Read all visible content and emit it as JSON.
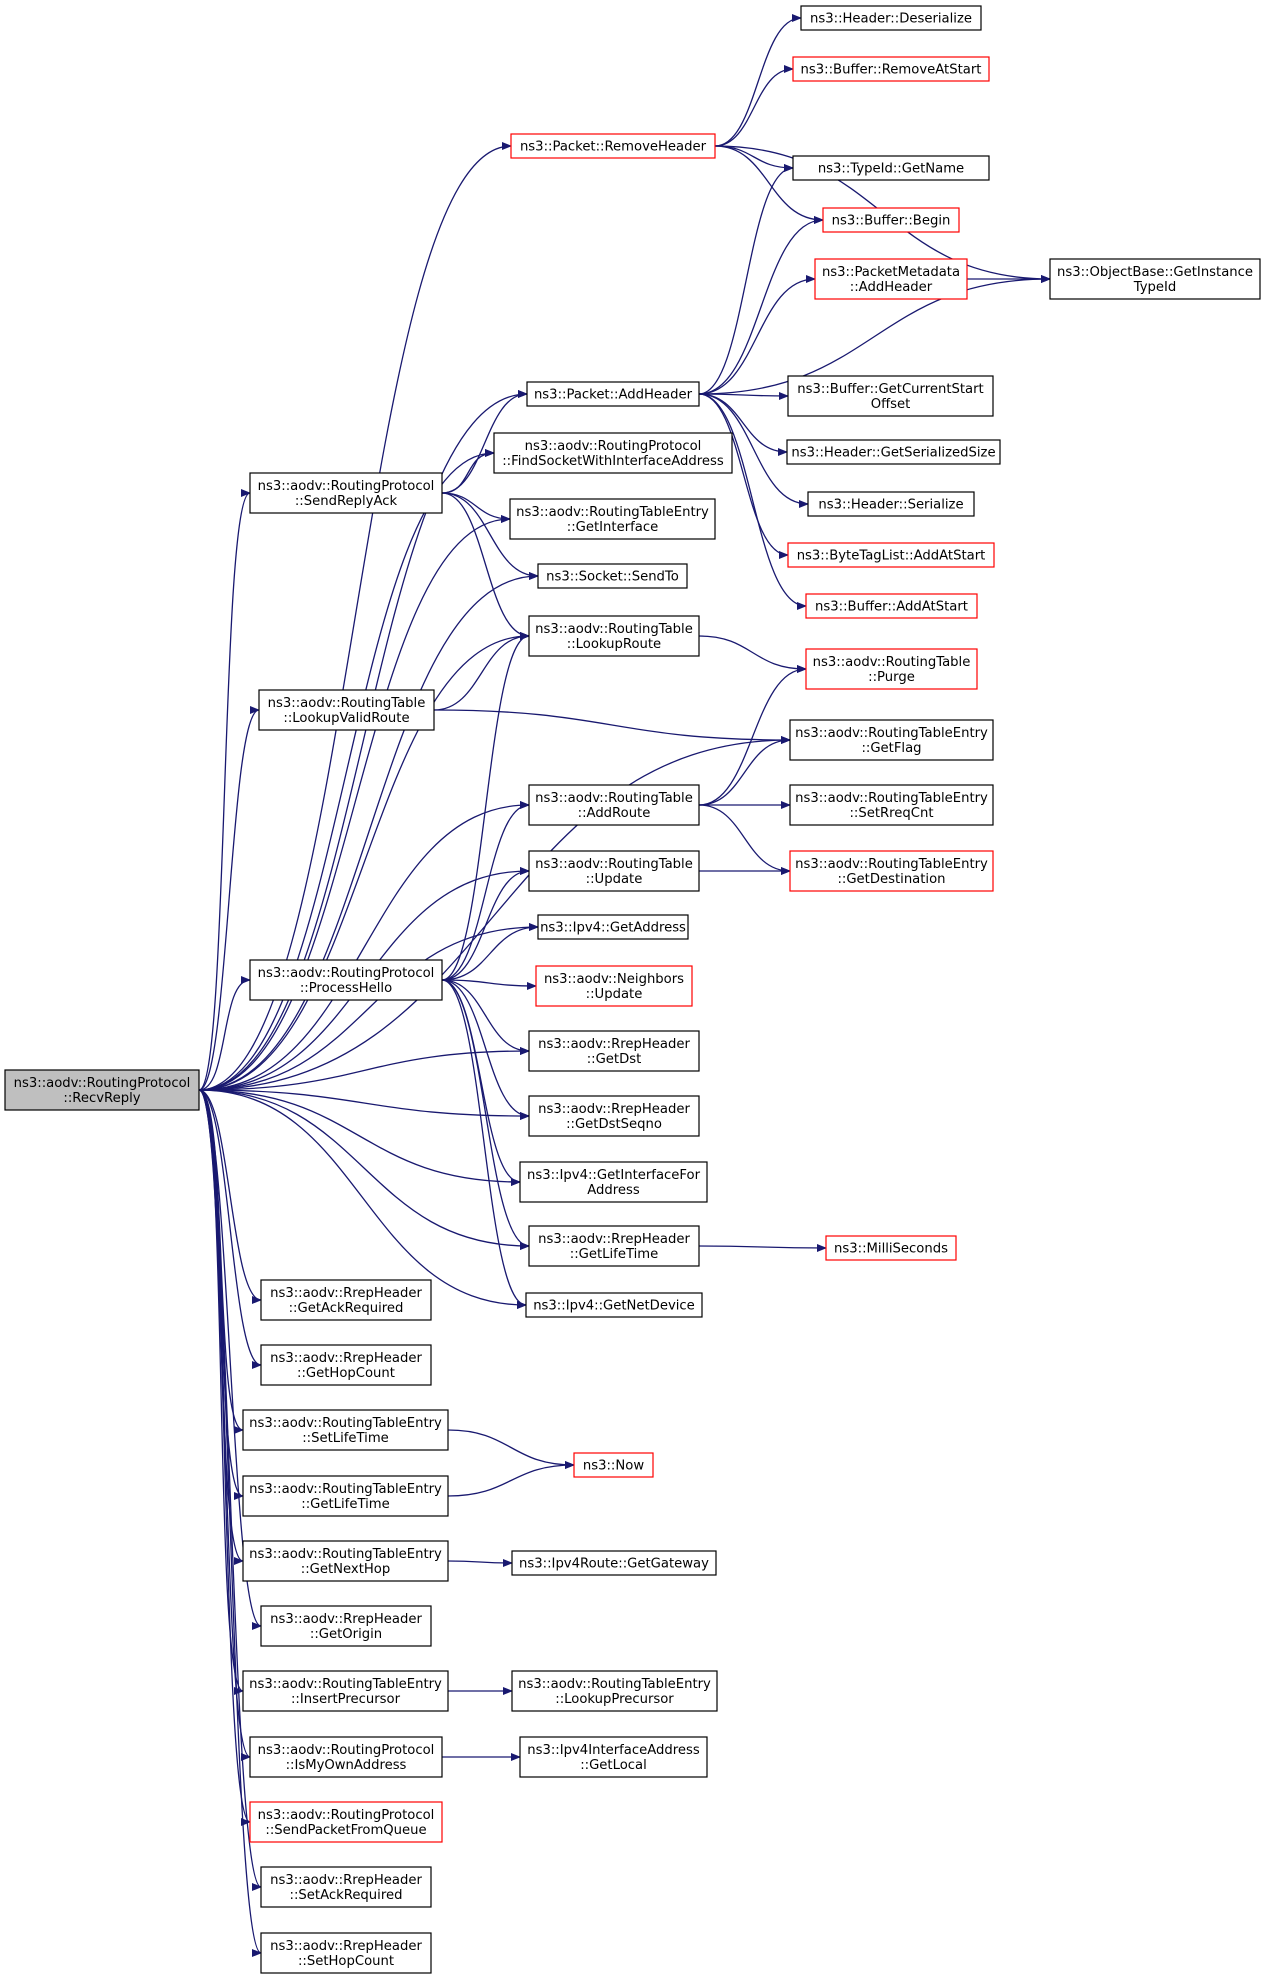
{
  "colors": {
    "edge": "#191970",
    "node_border": "#000000",
    "node_incomplete_border": "#ff0000",
    "root_fill": "#bfbfbf",
    "node_fill": "#ffffff"
  },
  "root": "RecvReply",
  "nodes": {
    "RecvReply": {
      "lines": [
        "ns3::aodv::RoutingProtocol",
        "::RecvReply"
      ],
      "kind": "root"
    },
    "SendReplyAck": {
      "lines": [
        "ns3::aodv::RoutingProtocol",
        "::SendReplyAck"
      ],
      "kind": "normal"
    },
    "LookupValidRoute": {
      "lines": [
        "ns3::aodv::RoutingTable",
        "::LookupValidRoute"
      ],
      "kind": "normal"
    },
    "ProcessHello": {
      "lines": [
        "ns3::aodv::RoutingProtocol",
        "::ProcessHello"
      ],
      "kind": "normal"
    },
    "GetAckRequired": {
      "lines": [
        "ns3::aodv::RrepHeader",
        "::GetAckRequired"
      ],
      "kind": "normal"
    },
    "GetHopCount": {
      "lines": [
        "ns3::aodv::RrepHeader",
        "::GetHopCount"
      ],
      "kind": "normal"
    },
    "SetLifeTimeRTE": {
      "lines": [
        "ns3::aodv::RoutingTableEntry",
        "::SetLifeTime"
      ],
      "kind": "normal"
    },
    "GetLifeTimeRTE": {
      "lines": [
        "ns3::aodv::RoutingTableEntry",
        "::GetLifeTime"
      ],
      "kind": "normal"
    },
    "GetNextHop": {
      "lines": [
        "ns3::aodv::RoutingTableEntry",
        "::GetNextHop"
      ],
      "kind": "normal"
    },
    "GetOrigin": {
      "lines": [
        "ns3::aodv::RrepHeader",
        "::GetOrigin"
      ],
      "kind": "normal"
    },
    "InsertPrecursor": {
      "lines": [
        "ns3::aodv::RoutingTableEntry",
        "::InsertPrecursor"
      ],
      "kind": "normal"
    },
    "IsMyOwnAddress": {
      "lines": [
        "ns3::aodv::RoutingProtocol",
        "::IsMyOwnAddress"
      ],
      "kind": "normal"
    },
    "SendPacketFromQueue": {
      "lines": [
        "ns3::aodv::RoutingProtocol",
        "::SendPacketFromQueue"
      ],
      "kind": "incomplete"
    },
    "SetAckRequired": {
      "lines": [
        "ns3::aodv::RrepHeader",
        "::SetAckRequired"
      ],
      "kind": "normal"
    },
    "SetHopCount": {
      "lines": [
        "ns3::aodv::RrepHeader",
        "::SetHopCount"
      ],
      "kind": "normal"
    },
    "RemoveHeader": {
      "lines": [
        "ns3::Packet::RemoveHeader"
      ],
      "kind": "incomplete"
    },
    "AddHeader": {
      "lines": [
        "ns3::Packet::AddHeader"
      ],
      "kind": "normal"
    },
    "FindSocket": {
      "lines": [
        "ns3::aodv::RoutingProtocol",
        "::FindSocketWithInterfaceAddress"
      ],
      "kind": "normal"
    },
    "GetInterfaceRTE": {
      "lines": [
        "ns3::aodv::RoutingTableEntry",
        "::GetInterface"
      ],
      "kind": "normal"
    },
    "SendTo": {
      "lines": [
        "ns3::Socket::SendTo"
      ],
      "kind": "normal"
    },
    "LookupRoute": {
      "lines": [
        "ns3::aodv::RoutingTable",
        "::LookupRoute"
      ],
      "kind": "normal"
    },
    "AddRoute": {
      "lines": [
        "ns3::aodv::RoutingTable",
        "::AddRoute"
      ],
      "kind": "normal"
    },
    "RTUpdate": {
      "lines": [
        "ns3::aodv::RoutingTable",
        "::Update"
      ],
      "kind": "normal"
    },
    "GetAddress": {
      "lines": [
        "ns3::Ipv4::GetAddress"
      ],
      "kind": "normal"
    },
    "NeighborsUpdate": {
      "lines": [
        "ns3::aodv::Neighbors",
        "::Update"
      ],
      "kind": "incomplete"
    },
    "GetDst": {
      "lines": [
        "ns3::aodv::RrepHeader",
        "::GetDst"
      ],
      "kind": "normal"
    },
    "GetDstSeqno": {
      "lines": [
        "ns3::aodv::RrepHeader",
        "::GetDstSeqno"
      ],
      "kind": "normal"
    },
    "GetInterfaceForAddress": {
      "lines": [
        "ns3::Ipv4::GetInterfaceFor",
        "Address"
      ],
      "kind": "normal"
    },
    "GetLifeTimeRrep": {
      "lines": [
        "ns3::aodv::RrepHeader",
        "::GetLifeTime"
      ],
      "kind": "normal"
    },
    "GetNetDevice": {
      "lines": [
        "ns3::Ipv4::GetNetDevice"
      ],
      "kind": "normal"
    },
    "Now": {
      "lines": [
        "ns3::Now"
      ],
      "kind": "incomplete"
    },
    "GetGateway": {
      "lines": [
        "ns3::Ipv4Route::GetGateway"
      ],
      "kind": "normal"
    },
    "LookupPrecursor": {
      "lines": [
        "ns3::aodv::RoutingTableEntry",
        "::LookupPrecursor"
      ],
      "kind": "normal"
    },
    "GetLocal": {
      "lines": [
        "ns3::Ipv4InterfaceAddress",
        "::GetLocal"
      ],
      "kind": "normal"
    },
    "Deserialize": {
      "lines": [
        "ns3::Header::Deserialize"
      ],
      "kind": "normal"
    },
    "RemoveAtStart": {
      "lines": [
        "ns3::Buffer::RemoveAtStart"
      ],
      "kind": "incomplete"
    },
    "GetName": {
      "lines": [
        "ns3::TypeId::GetName"
      ],
      "kind": "normal"
    },
    "Begin": {
      "lines": [
        "ns3::Buffer::Begin"
      ],
      "kind": "incomplete"
    },
    "PMAddHeader": {
      "lines": [
        "ns3::PacketMetadata",
        "::AddHeader"
      ],
      "kind": "incomplete"
    },
    "GetInstanceTypeId": {
      "lines": [
        "ns3::ObjectBase::GetInstance",
        "TypeId"
      ],
      "kind": "normal"
    },
    "GetCurrentStartOffset": {
      "lines": [
        "ns3::Buffer::GetCurrentStart",
        "Offset"
      ],
      "kind": "normal"
    },
    "GetSerializedSize": {
      "lines": [
        "ns3::Header::GetSerializedSize"
      ],
      "kind": "normal"
    },
    "Serialize": {
      "lines": [
        "ns3::Header::Serialize"
      ],
      "kind": "normal"
    },
    "ByteTagAddAtStart": {
      "lines": [
        "ns3::ByteTagList::AddAtStart"
      ],
      "kind": "incomplete"
    },
    "BufferAddAtStart": {
      "lines": [
        "ns3::Buffer::AddAtStart"
      ],
      "kind": "incomplete"
    },
    "Purge": {
      "lines": [
        "ns3::aodv::RoutingTable",
        "::Purge"
      ],
      "kind": "incomplete"
    },
    "GetFlag": {
      "lines": [
        "ns3::aodv::RoutingTableEntry",
        "::GetFlag"
      ],
      "kind": "normal"
    },
    "SetRreqCnt": {
      "lines": [
        "ns3::aodv::RoutingTableEntry",
        "::SetRreqCnt"
      ],
      "kind": "normal"
    },
    "GetDestination": {
      "lines": [
        "ns3::aodv::RoutingTableEntry",
        "::GetDestination"
      ],
      "kind": "incomplete"
    },
    "MilliSeconds": {
      "lines": [
        "ns3::MilliSeconds"
      ],
      "kind": "incomplete"
    }
  },
  "edges": [
    [
      "RecvReply",
      "RemoveHeader"
    ],
    [
      "RecvReply",
      "AddHeader"
    ],
    [
      "RecvReply",
      "FindSocket"
    ],
    [
      "RecvReply",
      "SendReplyAck"
    ],
    [
      "RecvReply",
      "GetInterfaceRTE"
    ],
    [
      "RecvReply",
      "SendTo"
    ],
    [
      "RecvReply",
      "LookupRoute"
    ],
    [
      "RecvReply",
      "LookupValidRoute"
    ],
    [
      "RecvReply",
      "GetFlag"
    ],
    [
      "RecvReply",
      "AddRoute"
    ],
    [
      "RecvReply",
      "RTUpdate"
    ],
    [
      "RecvReply",
      "GetAddress"
    ],
    [
      "RecvReply",
      "ProcessHello"
    ],
    [
      "RecvReply",
      "GetDst"
    ],
    [
      "RecvReply",
      "GetDstSeqno"
    ],
    [
      "RecvReply",
      "GetInterfaceForAddress"
    ],
    [
      "RecvReply",
      "GetLifeTimeRrep"
    ],
    [
      "RecvReply",
      "GetNetDevice"
    ],
    [
      "RecvReply",
      "GetAckRequired"
    ],
    [
      "RecvReply",
      "GetHopCount"
    ],
    [
      "RecvReply",
      "SetLifeTimeRTE"
    ],
    [
      "RecvReply",
      "GetLifeTimeRTE"
    ],
    [
      "RecvReply",
      "GetNextHop"
    ],
    [
      "RecvReply",
      "GetOrigin"
    ],
    [
      "RecvReply",
      "InsertPrecursor"
    ],
    [
      "RecvReply",
      "IsMyOwnAddress"
    ],
    [
      "RecvReply",
      "SendPacketFromQueue"
    ],
    [
      "RecvReply",
      "SetAckRequired"
    ],
    [
      "RecvReply",
      "SetHopCount"
    ],
    [
      "SendReplyAck",
      "AddHeader"
    ],
    [
      "SendReplyAck",
      "FindSocket"
    ],
    [
      "SendReplyAck",
      "GetInterfaceRTE"
    ],
    [
      "SendReplyAck",
      "SendTo"
    ],
    [
      "SendReplyAck",
      "LookupRoute"
    ],
    [
      "LookupValidRoute",
      "LookupRoute"
    ],
    [
      "LookupValidRoute",
      "GetFlag"
    ],
    [
      "ProcessHello",
      "LookupRoute"
    ],
    [
      "ProcessHello",
      "AddRoute"
    ],
    [
      "ProcessHello",
      "RTUpdate"
    ],
    [
      "ProcessHello",
      "GetAddress"
    ],
    [
      "ProcessHello",
      "NeighborsUpdate"
    ],
    [
      "ProcessHello",
      "GetDst"
    ],
    [
      "ProcessHello",
      "GetDstSeqno"
    ],
    [
      "ProcessHello",
      "GetInterfaceForAddress"
    ],
    [
      "ProcessHello",
      "GetLifeTimeRrep"
    ],
    [
      "ProcessHello",
      "GetNetDevice"
    ],
    [
      "RemoveHeader",
      "Deserialize"
    ],
    [
      "RemoveHeader",
      "RemoveAtStart"
    ],
    [
      "RemoveHeader",
      "GetName"
    ],
    [
      "RemoveHeader",
      "Begin"
    ],
    [
      "RemoveHeader",
      "GetInstanceTypeId"
    ],
    [
      "AddHeader",
      "GetName"
    ],
    [
      "AddHeader",
      "Begin"
    ],
    [
      "AddHeader",
      "PMAddHeader"
    ],
    [
      "AddHeader",
      "GetInstanceTypeId"
    ],
    [
      "AddHeader",
      "GetCurrentStartOffset"
    ],
    [
      "AddHeader",
      "GetSerializedSize"
    ],
    [
      "AddHeader",
      "Serialize"
    ],
    [
      "AddHeader",
      "ByteTagAddAtStart"
    ],
    [
      "AddHeader",
      "BufferAddAtStart"
    ],
    [
      "PMAddHeader",
      "GetInstanceTypeId"
    ],
    [
      "LookupRoute",
      "Purge"
    ],
    [
      "AddRoute",
      "Purge"
    ],
    [
      "AddRoute",
      "GetFlag"
    ],
    [
      "AddRoute",
      "SetRreqCnt"
    ],
    [
      "AddRoute",
      "GetDestination"
    ],
    [
      "RTUpdate",
      "GetDestination"
    ],
    [
      "GetLifeTimeRrep",
      "MilliSeconds"
    ],
    [
      "SetLifeTimeRTE",
      "Now"
    ],
    [
      "GetLifeTimeRTE",
      "Now"
    ],
    [
      "GetNextHop",
      "GetGateway"
    ],
    [
      "InsertPrecursor",
      "LookupPrecursor"
    ],
    [
      "IsMyOwnAddress",
      "GetLocal"
    ]
  ]
}
